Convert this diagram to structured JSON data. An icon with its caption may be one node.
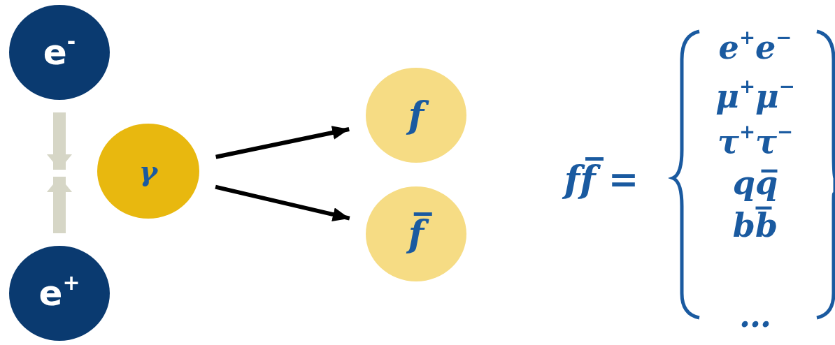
{
  "diagram": {
    "nodes": [
      {
        "text": [
          "e$^{-}$"
        ]
      },
      {
        "text": [
          "e$^{+}$"
        ]
      },
      {
        "text": [
          "γ"
        ]
      },
      {
        "text": [
          "f"
        ]
      },
      {
        "text": [
          "f̅"
        ]
      }
    ],
    "edges": [
      {
        "from": 0,
        "to": 2,
        "arrow": "to",
        "style": "thick",
        "color": "#d6d6c6"
      },
      {
        "from": 1,
        "to": 2,
        "arrow": "to",
        "style": "thick",
        "color": "#d6d6c6"
      },
      {
        "from": 2,
        "to": 3,
        "arrow": "to",
        "color": "#000000"
      },
      {
        "from": 2,
        "to": 4,
        "arrow": "to",
        "color": "#000000"
      }
    ],
    "labels": [
      "ff̅ =",
      "e$^{+}$e$^{−}$",
      "μ$^{+}$μ$^{−}$",
      "τ$^{+}$τ$^{−}$",
      "qq̅",
      "bb̅",
      "…"
    ]
  }
}
